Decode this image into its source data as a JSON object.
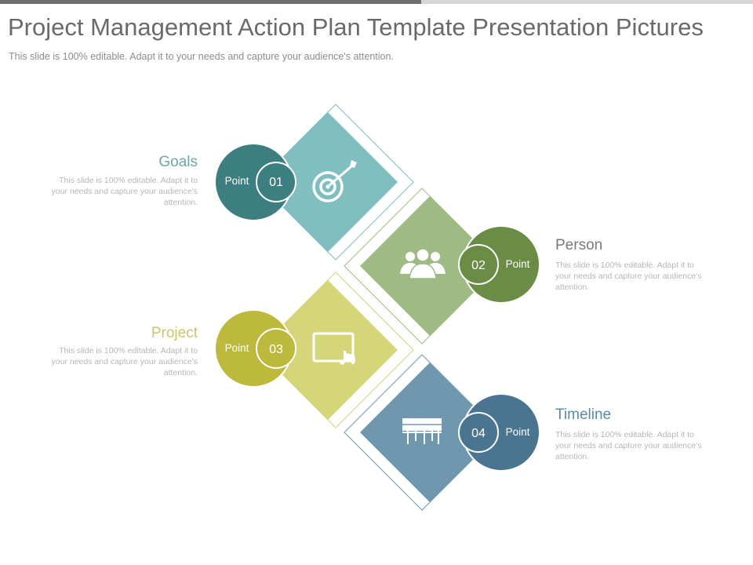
{
  "title": "Project Management Action Plan Template Presentation Pictures",
  "subtitle": "This slide is 100% editable. Adapt it to your needs and capture your audience's attention.",
  "items": [
    {
      "number": "01",
      "point_label": "Point",
      "title": "Goals",
      "description": "This slide is 100% editable. Adapt it to your needs and capture your audience's attention.",
      "icon": "target-icon",
      "color_square": "#80bec0",
      "color_circle": "#3d7f80",
      "color_title": "#6aa8aa"
    },
    {
      "number": "02",
      "point_label": "Point",
      "title": "Person",
      "description": "This slide is 100% editable. Adapt it to your needs and capture your audience's attention.",
      "icon": "people-icon",
      "color_square": "#9dbb83",
      "color_circle": "#6b8c45",
      "color_title": "#7a7a7a"
    },
    {
      "number": "03",
      "point_label": "Point",
      "title": "Project",
      "description": "This slide is 100% editable. Adapt it to your needs and capture your audience's attention.",
      "icon": "touch-screen-icon",
      "color_square": "#d5d57a",
      "color_circle": "#bcb93c",
      "color_title": "#c9c56a"
    },
    {
      "number": "04",
      "point_label": "Point",
      "title": "Timeline",
      "description": "This slide is 100% editable. Adapt it to your needs and capture your audience's attention.",
      "icon": "timeline-icon",
      "color_square": "#6f98ae",
      "color_circle": "#4a7590",
      "color_title": "#5a8aa5"
    }
  ]
}
